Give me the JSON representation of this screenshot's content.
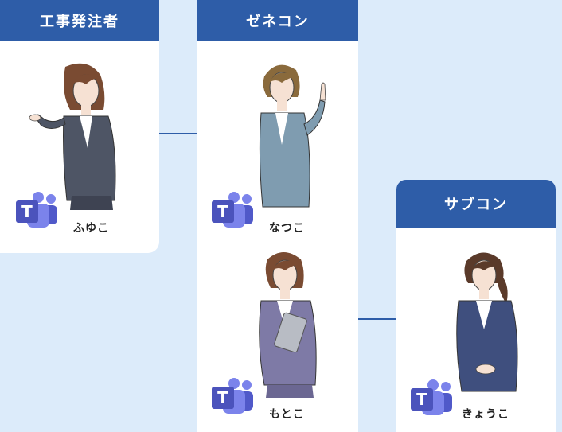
{
  "colors": {
    "header_bg": "#2e5da8",
    "page_bg": "#dcebfa",
    "arrow": "#2e5da8",
    "teams_purple": "#5b5fc7"
  },
  "columns": {
    "client": {
      "title": "工事発注者"
    },
    "general_contractor": {
      "title": "ゼネコン"
    },
    "subcontractor": {
      "title": "サブコン"
    }
  },
  "people": {
    "fuyuko": {
      "name": "ふゆこ"
    },
    "natsuko": {
      "name": "なつこ"
    },
    "motoko": {
      "name": "もとこ"
    },
    "kyouko": {
      "name": "きょうこ"
    }
  },
  "teams_logo": {
    "letter": "T"
  }
}
